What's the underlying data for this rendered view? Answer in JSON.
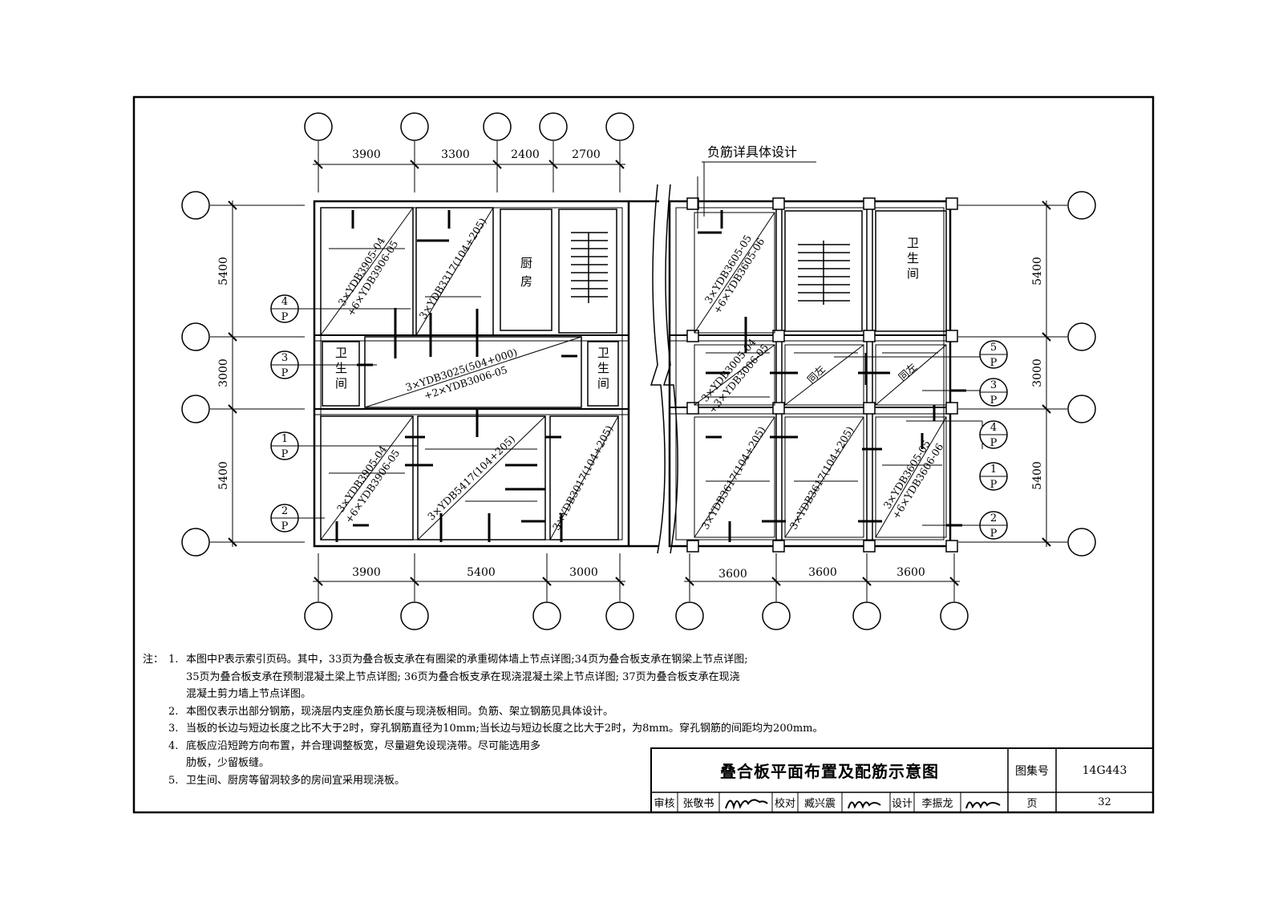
{
  "dims": {
    "left_top": [
      "3900",
      "3300",
      "2400",
      "2700"
    ],
    "left_bottom": [
      "3900",
      "5400",
      "3000"
    ],
    "right_top_note": "负筋详具体设计",
    "right_bottom": [
      "3600",
      "3600",
      "3600"
    ],
    "left_side": [
      "5400",
      "3000",
      "5400"
    ],
    "right_side": [
      "5400",
      "3000",
      "5400"
    ]
  },
  "rooms": {
    "kitchen": "厨房",
    "bathroom": "卫生间"
  },
  "slabs": {
    "l1": [
      "3×YDB3905-04",
      "+6×YDB3906-05"
    ],
    "l2": [
      "3×YDB3317(104+205)"
    ],
    "l3": [
      "3×YDB3025(504+000)",
      "+2×YDB3006-05"
    ],
    "l4": [
      "3×YDB3905-04",
      "+6×YDB3906-05"
    ],
    "l5": [
      "3×YDB5417(104+205)"
    ],
    "l6": [
      "3×YDB3017(104+205)"
    ],
    "r1": [
      "3×YDB3605-05",
      "+6×YDB3605-06"
    ],
    "r2": [
      "3×YDB3005-04",
      "+3×YDB3006-05"
    ],
    "r3": [
      "3×YDB3617(104+205)"
    ],
    "r4": [
      "3×YDB3617(104+205)"
    ],
    "r5": [
      "3×YDB3605-05",
      "+6×YDB3606-06"
    ],
    "same_as_left": "同左"
  },
  "index_marks": {
    "left": [
      {
        "num": "4",
        "page": "P"
      },
      {
        "num": "3",
        "page": "P"
      },
      {
        "num": "1",
        "page": "P"
      },
      {
        "num": "2",
        "page": "P"
      }
    ],
    "right": [
      {
        "num": "5",
        "page": "P"
      },
      {
        "num": "3",
        "page": "P"
      },
      {
        "num": "4",
        "page": "P"
      },
      {
        "num": "1",
        "page": "P"
      },
      {
        "num": "2",
        "page": "P"
      }
    ]
  },
  "notes": {
    "label": "注：",
    "items": [
      {
        "num": "1.",
        "lines": [
          "本图中P表示索引页码。其中，33页为叠合板支承在有圈梁的承重砌体墙上节点详图;34页为叠合板支承在钢梁上节点详图;",
          "35页为叠合板支承在预制混凝土梁上节点详图; 36页为叠合板支承在现浇混凝土梁上节点详图; 37页为叠合板支承在现浇",
          "混凝土剪力墙上节点详图。"
        ]
      },
      {
        "num": "2.",
        "lines": [
          "本图仅表示出部分钢筋，现浇层内支座负筋长度与现浇板相同。负筋、架立钢筋见具体设计。"
        ]
      },
      {
        "num": "3.",
        "lines": [
          "当板的长边与短边长度之比不大于2时，穿孔钢筋直径为10mm;当长边与短边长度之比大于2时，为8mm。穿孔钢筋的间距均为200mm。"
        ]
      },
      {
        "num": "4.",
        "lines": [
          "底板应沿短跨方向布置，并合理调整板宽，尽量避免设现浇带。尽可能选用多",
          "肋板，少留板缝。"
        ]
      },
      {
        "num": "5.",
        "lines": [
          "卫生间、厨房等留洞较多的房间宜采用现浇板。"
        ]
      }
    ]
  },
  "title_block": {
    "title": "叠合板平面布置及配筋示意图",
    "atlas_label": "图集号",
    "atlas_no": "14G443",
    "review_label": "审核",
    "reviewer": "张敬书",
    "check_label": "校对",
    "checker": "臧兴震",
    "design_label": "设计",
    "designer": "李振龙",
    "page_label": "页",
    "page_no": "32"
  }
}
